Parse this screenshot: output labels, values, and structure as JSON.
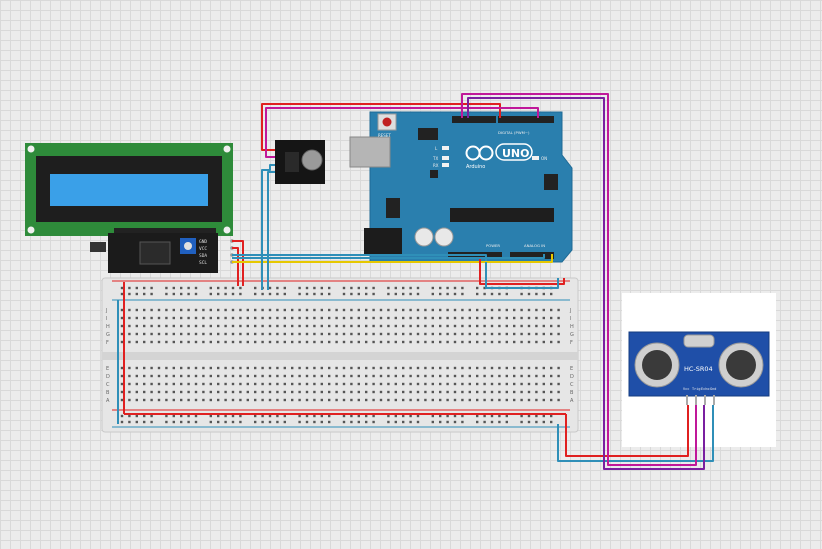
{
  "arduino": {
    "logo_text": "UNO",
    "brand_text": "Arduino",
    "on_label": "ON",
    "tx_label": "TX",
    "rx_label": "RX",
    "l_label": "L",
    "reset_label": "RESET",
    "digital_label": "DIGITAL (PWM~)",
    "analog_label": "ANALOG IN",
    "power_label": "POWER"
  },
  "i2c_module": {
    "pins": [
      "GND",
      "VCC",
      "SDA",
      "SCL"
    ]
  },
  "ultrasonic": {
    "model": "HC-SR04",
    "pins": [
      "Vcc",
      "Trig",
      "Echo",
      "Gnd"
    ]
  },
  "breadboard": {
    "row_letters_top": [
      "J",
      "I",
      "H",
      "G",
      "F"
    ],
    "row_letters_bottom": [
      "E",
      "D",
      "C",
      "B",
      "A"
    ],
    "columns": 30
  },
  "colors": {
    "lcd_pcb": "#2e8b3a",
    "lcd_screen": "#3aa0e8",
    "arduino_board": "#2a7fae",
    "sensor_board": "#1f4fa8",
    "wire_red": "#e02020",
    "wire_blue": "#2f8fb8",
    "wire_yellow": "#e6c800",
    "wire_purple": "#7a1fa0",
    "wire_magenta": "#c0189a"
  }
}
